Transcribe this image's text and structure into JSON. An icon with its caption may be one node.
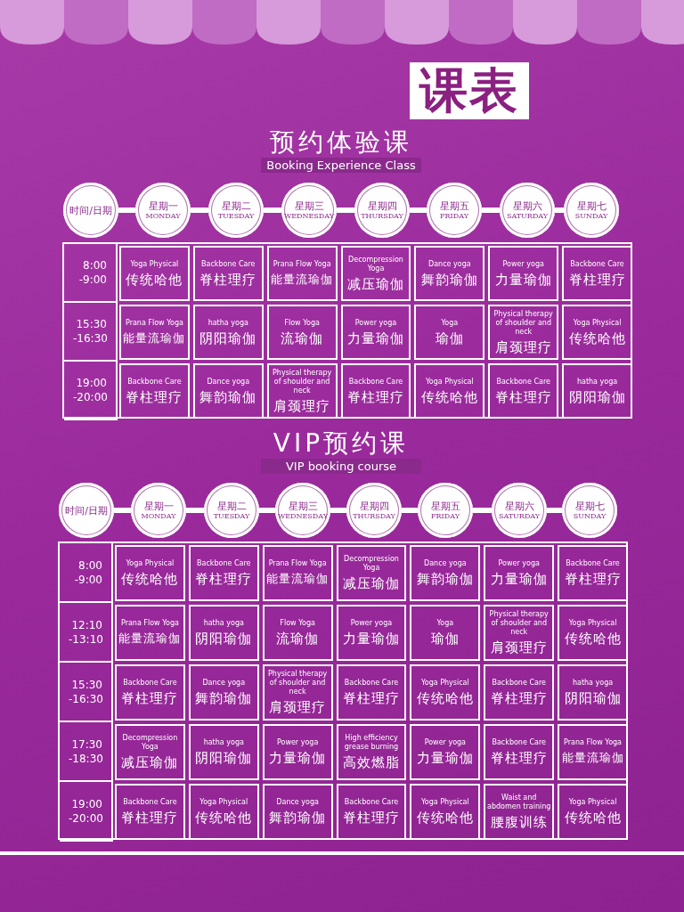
{
  "diagram": {
    "title": "课表",
    "nodes": [
      {
        "text": [
          "时间/日期"
        ]
      },
      {
        "text": [
          "星期一",
          "MONDAY"
        ]
      },
      {
        "text": [
          "星期二",
          "TUESDAY"
        ]
      },
      {
        "text": [
          "星期三",
          "WEDNESDAY"
        ]
      },
      {
        "text": [
          "星期四",
          "THURSDAY"
        ]
      },
      {
        "text": [
          "星期五",
          "FRIDAY"
        ]
      },
      {
        "text": [
          "星期六",
          "SATURDAY"
        ]
      },
      {
        "text": [
          "星期七",
          "SUNDAY"
        ]
      },
      {
        "text": [
          "时间/日期"
        ]
      },
      {
        "text": [
          "星期一",
          "MONDAY"
        ]
      },
      {
        "text": [
          "星期二",
          "TUESDAY"
        ]
      },
      {
        "text": [
          "星期三",
          "WEDNESDAY"
        ]
      },
      {
        "text": [
          "星期四",
          "THURSDAY"
        ]
      },
      {
        "text": [
          "星期五",
          "FRIDAY"
        ]
      },
      {
        "text": [
          "星期六",
          "SATURDAY"
        ]
      },
      {
        "text": [
          "星期七",
          "SUNDAY"
        ]
      }
    ],
    "edges": [
      {
        "from": 0,
        "to": 1,
        "arrow": "none"
      },
      {
        "from": 1,
        "to": 2,
        "arrow": "none"
      },
      {
        "from": 2,
        "to": 3,
        "arrow": "none"
      },
      {
        "from": 3,
        "to": 4,
        "arrow": "none"
      },
      {
        "from": 4,
        "to": 5,
        "arrow": "none"
      },
      {
        "from": 5,
        "to": 6,
        "arrow": "none"
      },
      {
        "from": 6,
        "to": 7,
        "arrow": "none"
      },
      {
        "from": 8,
        "to": 9,
        "arrow": "none"
      },
      {
        "from": 9,
        "to": 10,
        "arrow": "none"
      },
      {
        "from": 10,
        "to": 11,
        "arrow": "none"
      },
      {
        "from": 11,
        "to": 12,
        "arrow": "none"
      },
      {
        "from": 12,
        "to": 13,
        "arrow": "none"
      },
      {
        "from": 13,
        "to": 14,
        "arrow": "none"
      },
      {
        "from": 14,
        "to": 15,
        "arrow": "none"
      }
    ],
    "labels": [
      "预约体验课",
      "Booking Experience Class",
      "8:00 -9:00",
      "Yoga Physical",
      "传统哈他",
      "Backbone Care",
      "脊柱理疗",
      "Prana Flow Yoga",
      "能量流瑜伽",
      "Decompression Yoga",
      "减压瑜伽",
      "Dance yoga",
      "舞韵瑜伽",
      "Power yoga",
      "力量瑜伽",
      "Backbone Care",
      "脊柱理疗",
      "15:30 -16:30",
      "Prana Flow Yoga",
      "能量流瑜伽",
      "hatha yoga",
      "阴阳瑜伽",
      "Flow Yoga",
      "流瑜伽",
      "Power yoga",
      "力量瑜伽",
      "Yoga",
      "瑜伽",
      "Physical therapy of shoulder and neck",
      "肩颈理疗",
      "Yoga Physical",
      "传统哈他",
      "19:00 -20:00",
      "Backbone Care",
      "脊柱理疗",
      "Dance yoga",
      "舞韵瑜伽",
      "Physical therapy of shoulder and neck",
      "肩颈理疗",
      "Backbone Care",
      "脊柱理疗",
      "Yoga Physical",
      "传统哈他",
      "Backbone Care",
      "脊柱理疗",
      "hatha yoga",
      "阴阳瑜伽",
      "VIP预约课",
      "VIP booking course",
      "8:00 -9:00",
      "Yoga Physical",
      "传统哈他",
      "Backbone Care",
      "脊柱理疗",
      "Prana Flow Yoga",
      "能量流瑜伽",
      "Decompression Yoga",
      "减压瑜伽",
      "Dance yoga",
      "舞韵瑜伽",
      "Power yoga",
      "力量瑜伽",
      "Backbone Care",
      "脊柱理疗",
      "12:10 -13:10",
      "Prana Flow Yoga",
      "能量流瑜伽",
      "hatha yoga",
      "阴阳瑜伽",
      "Flow Yoga",
      "流瑜伽",
      "Power yoga",
      "力量瑜伽",
      "Yoga",
      "瑜伽",
      "Physical therapy of shoulder and neck",
      "肩颈理疗",
      "Yoga Physical",
      "传统哈他",
      "15:30 -16:30",
      "Backbone Care",
      "脊柱理疗",
      "Dance yoga",
      "舞韵瑜伽",
      "Physical therapy of shoulder and neck",
      "肩颈理疗",
      "Backbone Care",
      "脊柱理疗",
      "Yoga Physical",
      "传统哈他",
      "Backbone Care",
      "脊柱理疗",
      "hatha yoga",
      "阴阳瑜伽",
      "17:30 -18:30",
      "Decompression Yoga",
      "减压瑜伽",
      "hatha yoga",
      "阴阳瑜伽",
      "Power yoga",
      "力量瑜伽",
      "High efficiency grease burning",
      "高效燃脂",
      "Power yoga",
      "力量瑜伽",
      "Backbone Care",
      "脊柱理疗",
      "Prana Flow Yoga",
      "能量流瑜伽",
      "19:00 -20:00",
      "Backbone Care",
      "脊柱理疗",
      "Yoga Physical",
      "传统哈他",
      "Dance yoga",
      "舞韵瑜伽",
      "Backbone Care",
      "脊柱理疗",
      "Yoga Physical",
      "传统哈他",
      "Waist and abdomen training",
      "腰腹训练",
      "Yoga Physical",
      "传统哈他"
    ]
  }
}
